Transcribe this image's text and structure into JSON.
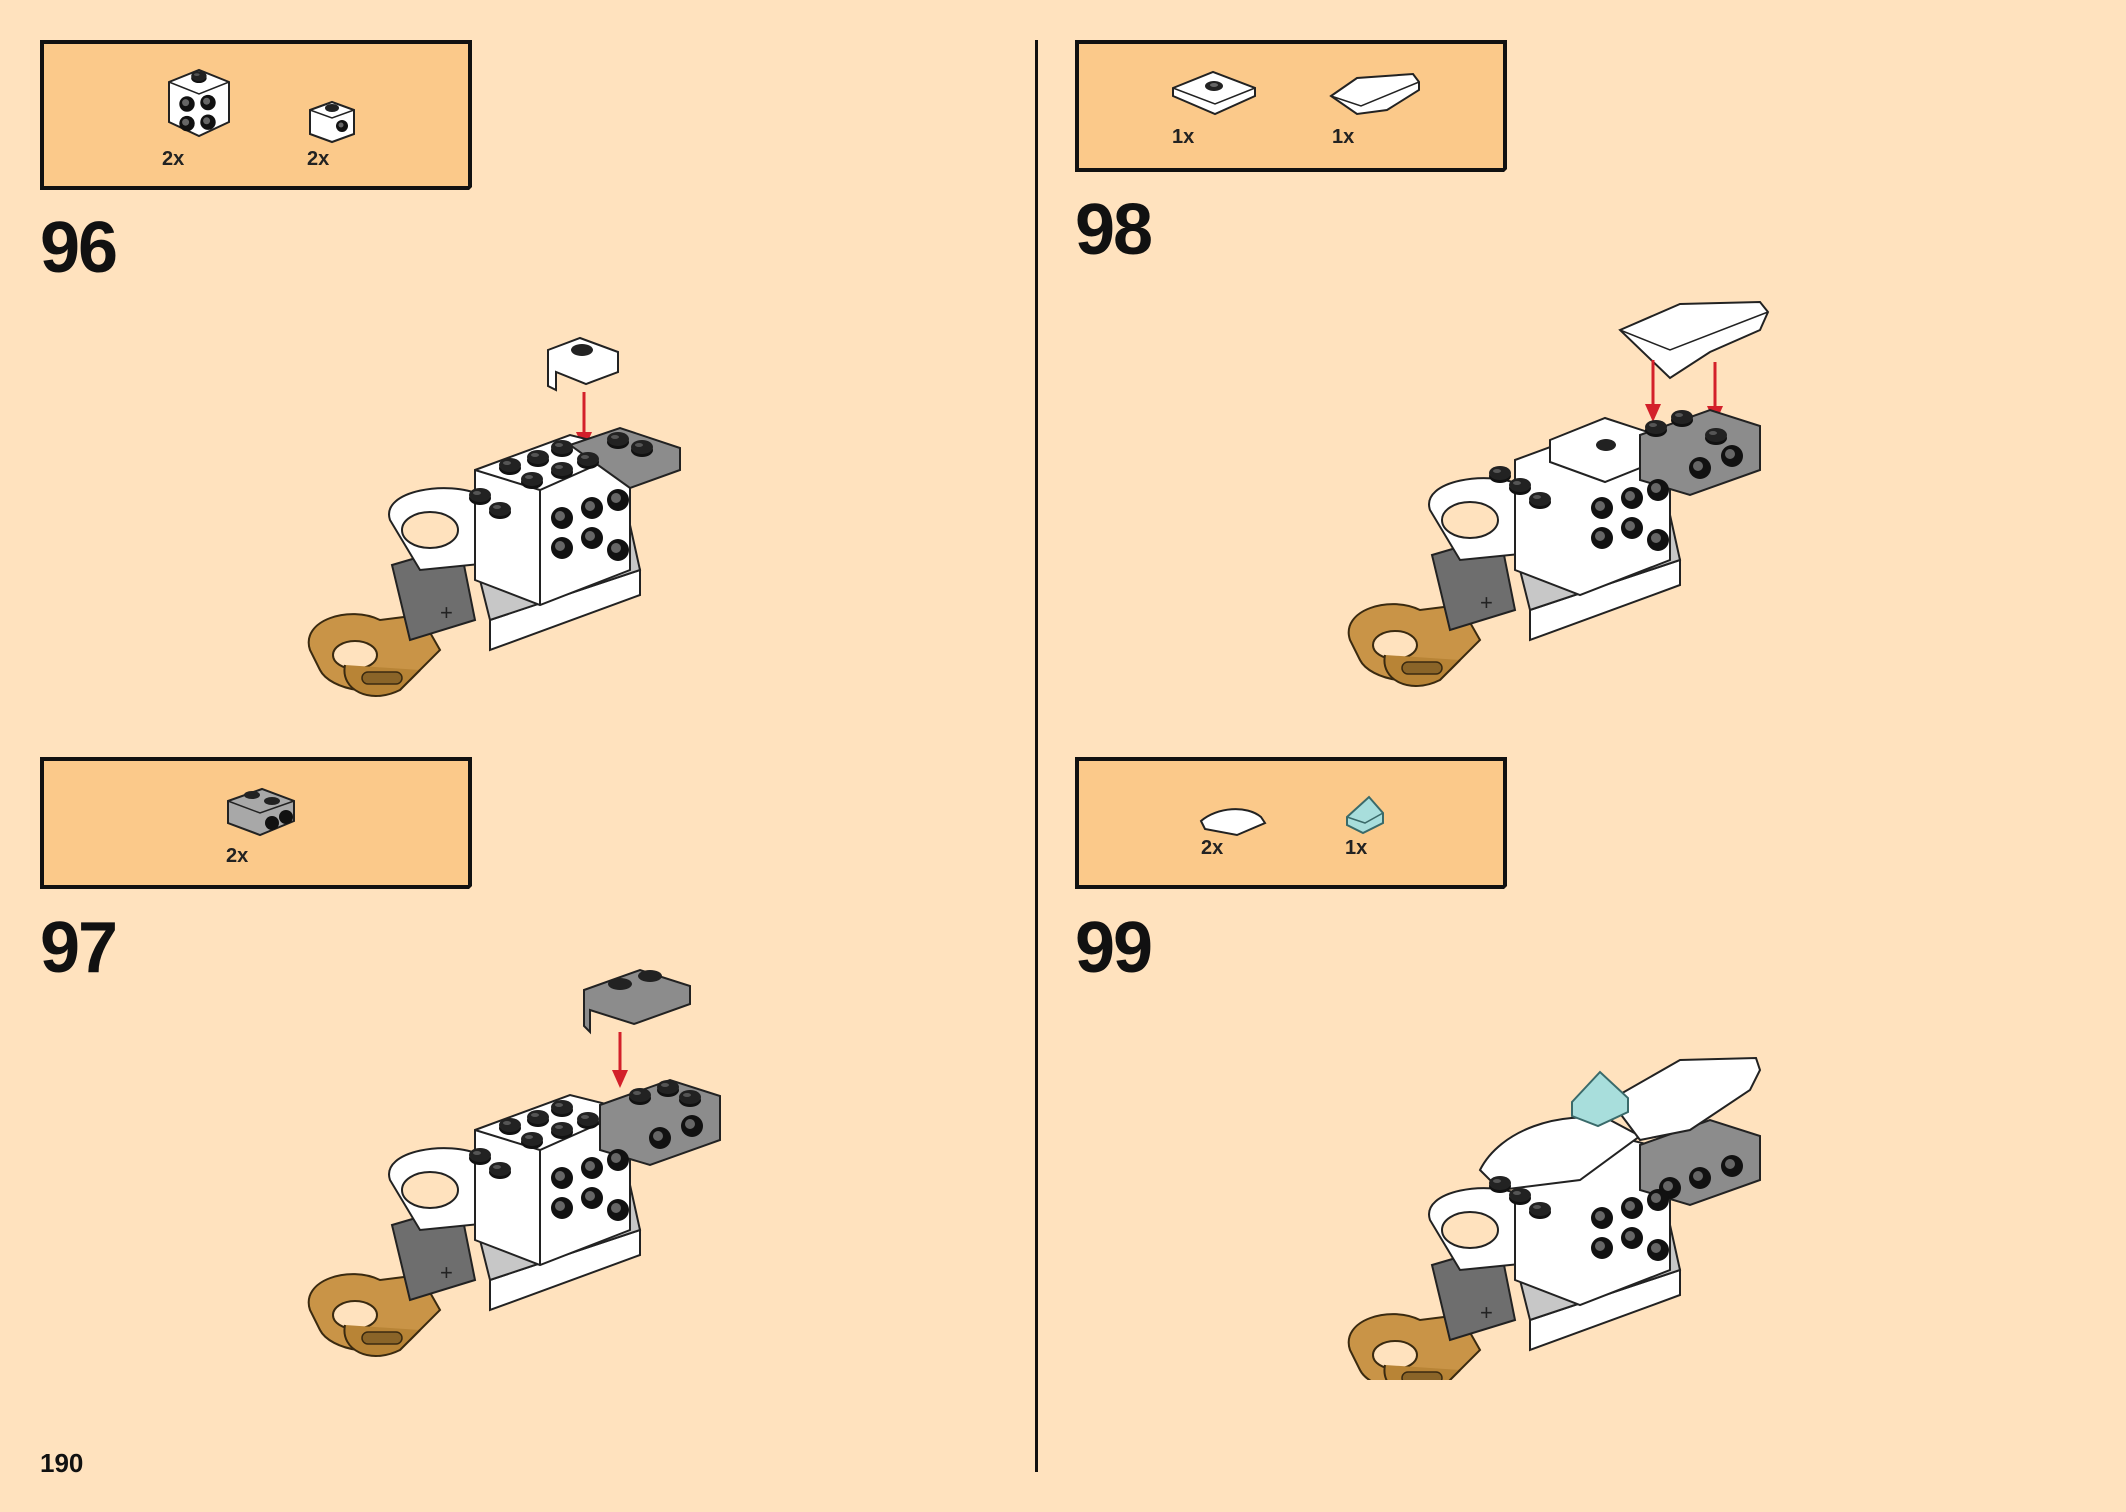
{
  "page_number": "190",
  "steps": [
    {
      "number": "96",
      "parts": [
        {
          "qty": "2x",
          "icon": "white-bracket-2x2-icon"
        },
        {
          "qty": "2x",
          "icon": "white-bracket-1x1-icon"
        }
      ]
    },
    {
      "number": "97",
      "parts": [
        {
          "qty": "2x",
          "icon": "gray-bracket-1x2-icon"
        }
      ]
    },
    {
      "number": "98",
      "parts": [
        {
          "qty": "1x",
          "icon": "white-tile-2x2-stud-icon"
        },
        {
          "qty": "1x",
          "icon": "white-wedge-plate-icon"
        }
      ]
    },
    {
      "number": "99",
      "parts": [
        {
          "qty": "2x",
          "icon": "white-curved-slope-icon"
        },
        {
          "qty": "1x",
          "icon": "trans-light-blue-slope-icon"
        }
      ]
    }
  ],
  "colors": {
    "page_background": "#FFE2BE",
    "parts_box": "#FBC98A",
    "arrow": "#D3202A",
    "gold_part": "#C99447",
    "dark_gray_part": "#6E6E6E",
    "light_gray_part": "#A8A8A8"
  }
}
